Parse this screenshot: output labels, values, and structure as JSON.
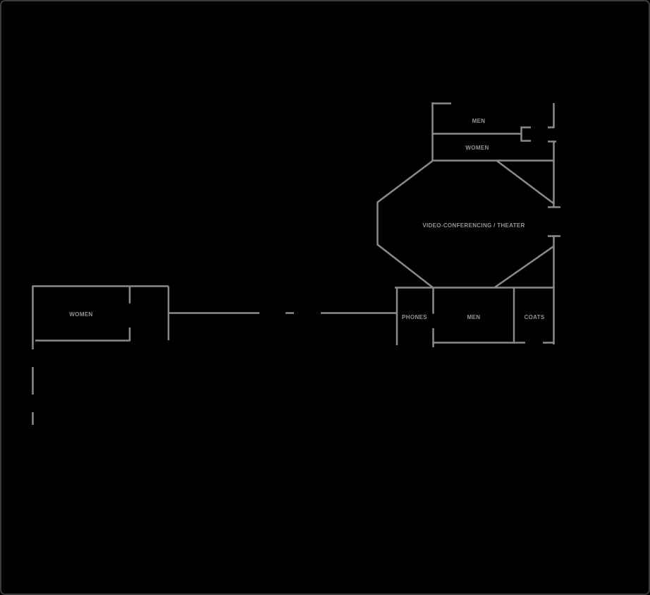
{
  "diagram": {
    "type": "floor-plan",
    "colors": {
      "background": "#000000",
      "wall": "#8a8a8a",
      "label": "#949494",
      "frame_border": "#3a3a3a"
    },
    "labels": {
      "men_top": "MEN",
      "women_top": "WOMEN",
      "video_conferencing": "VIDEO-CONFERENCING / THEATER",
      "phones": "PHONES",
      "men_bottom": "MEN",
      "coats": "COATS",
      "women_left": "WOMEN"
    }
  }
}
